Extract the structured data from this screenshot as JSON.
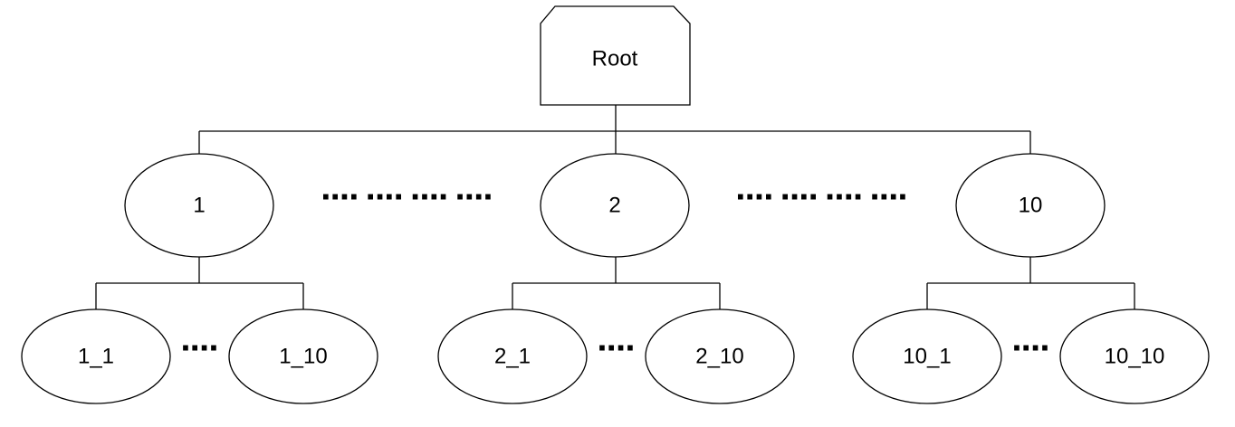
{
  "diagram": {
    "root": {
      "label": "Root"
    },
    "level1": [
      {
        "label": "1",
        "children": [
          "1_1",
          "1_10"
        ]
      },
      {
        "label": "2",
        "children": [
          "2_1",
          "2_10"
        ]
      },
      {
        "label": "10",
        "children": [
          "10_1",
          "10_10"
        ]
      }
    ],
    "ellipsis_level1": [
      "···· ···· ···· ····",
      "···· ···· ···· ····"
    ],
    "ellipsis_level2": [
      "····",
      "····",
      "····"
    ]
  }
}
